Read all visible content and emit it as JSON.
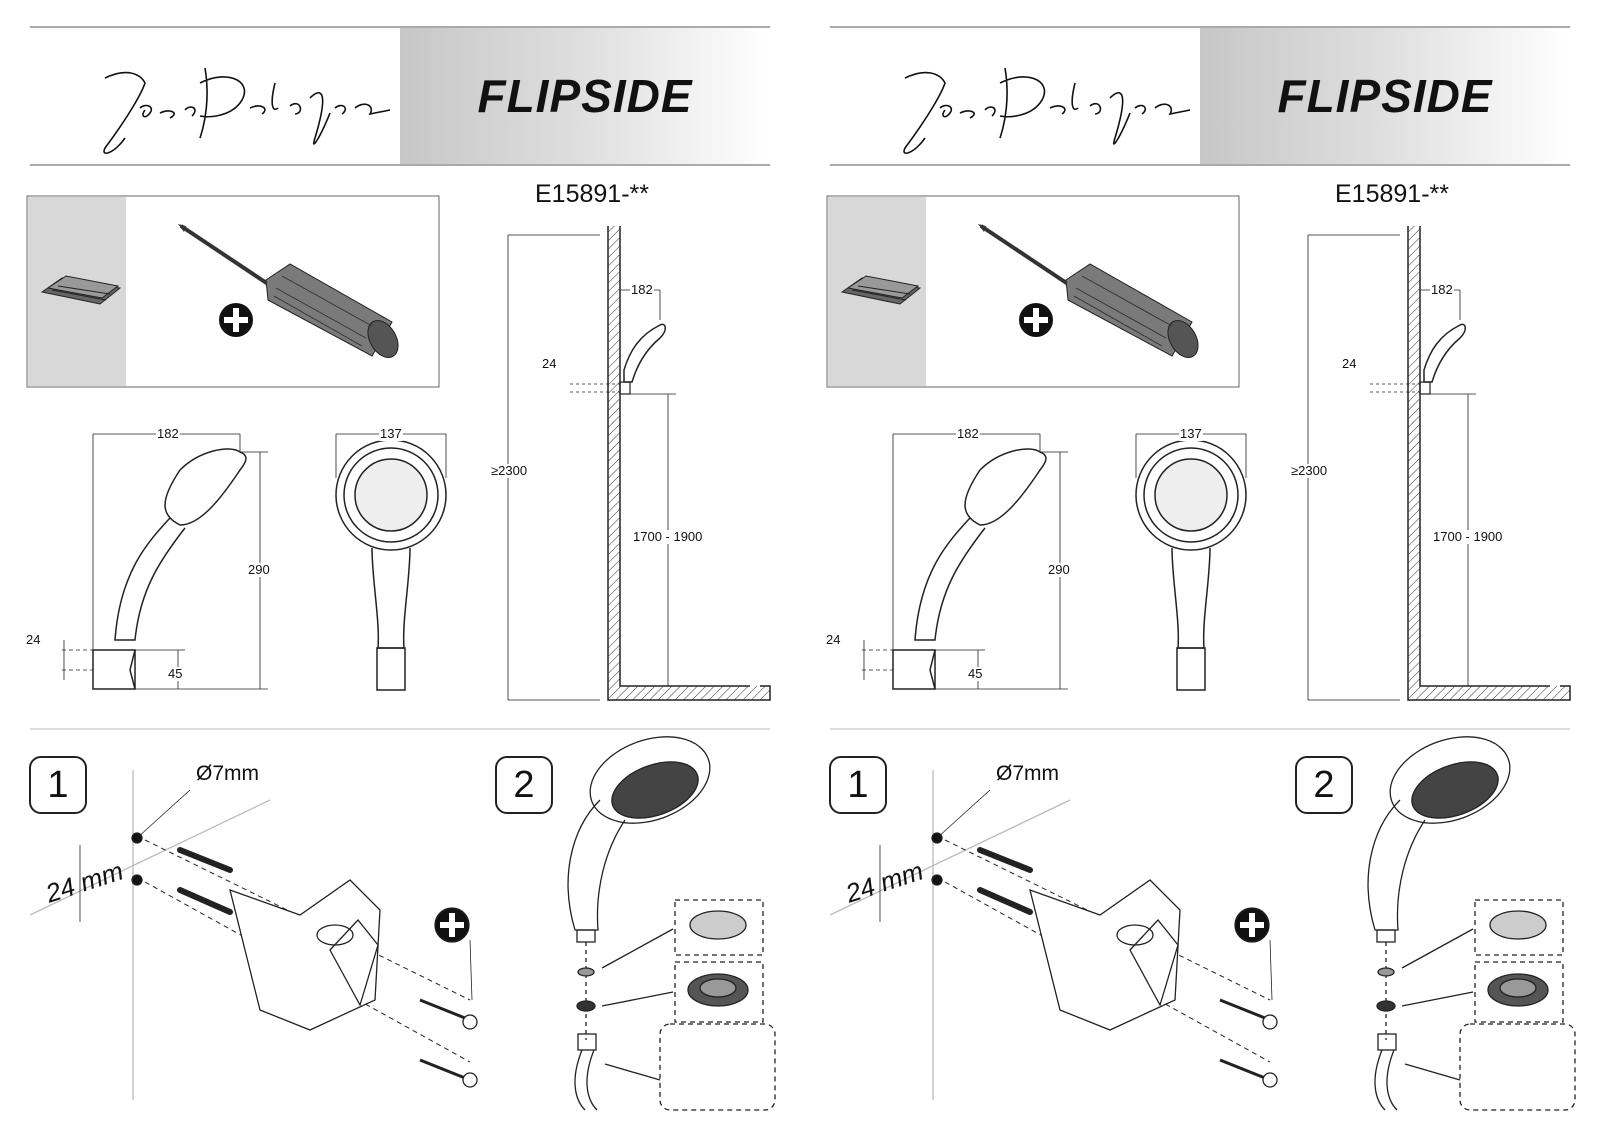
{
  "panels": [
    {
      "id": "left"
    },
    {
      "id": "right"
    }
  ],
  "header": {
    "brand_signature": "Jacob Delafon",
    "product_name": "FLIPSIDE"
  },
  "model_code": "E15891-**",
  "dimensions": {
    "handshower_width": "182",
    "handshower_face_width": "137",
    "handshower_height": "290",
    "holder_height": "24",
    "holder_depth": "45",
    "ceiling_height": "≥2300",
    "holder_mount_height": "1700 - 1900",
    "wall_offset": "182",
    "wall_holder_height": "24"
  },
  "steps": {
    "step1_number": "1",
    "step2_number": "2",
    "drill_diameter": "Ø7mm",
    "hole_spacing": "24 mm"
  },
  "icons": [
    "phillips-icon",
    "screwdriver-icon",
    "hex-key-icon"
  ],
  "colors": {
    "accent_gray": "#c7c7c7",
    "line": "#222222"
  }
}
